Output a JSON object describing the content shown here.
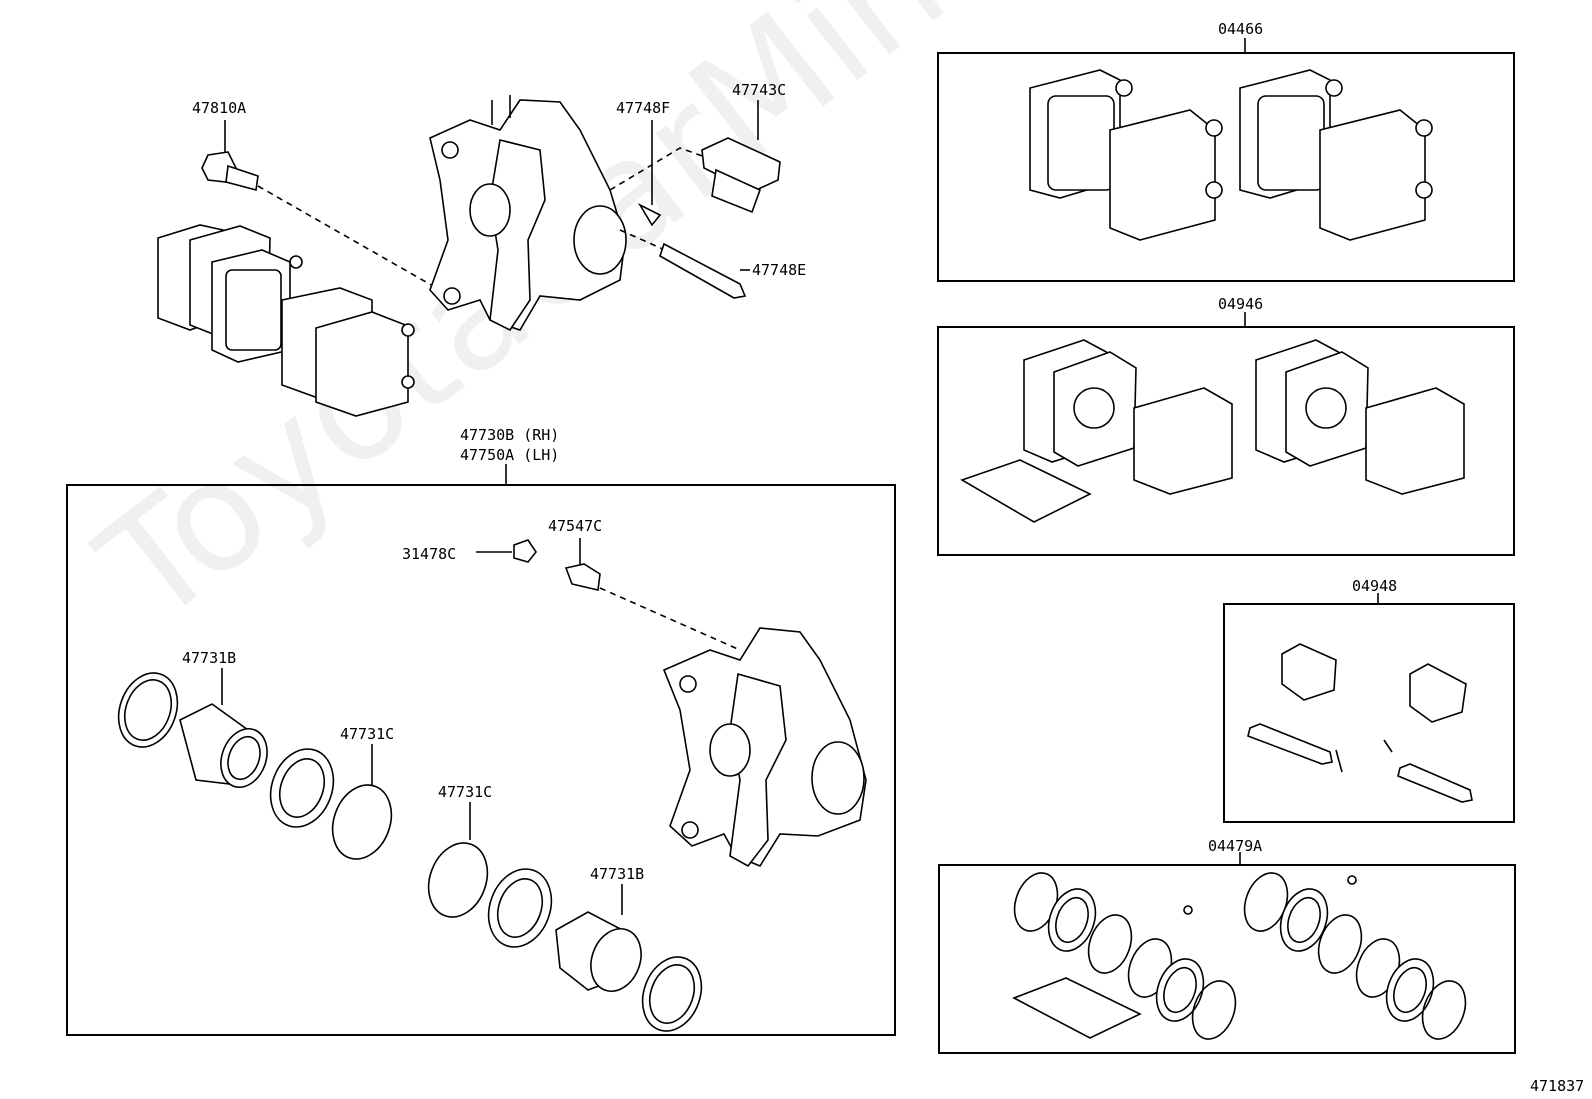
{
  "watermark": "ToyotaCarMine.ru",
  "diagram_id": "471837",
  "labels": {
    "l47810A": "47810A",
    "l47748F": "47748F",
    "l47743C": "47743C",
    "l47748E": "47748E",
    "l47730B": "47730B (RH)",
    "l47750A": "47750A (LH)",
    "l47547C": "47547C",
    "l31478C": "31478C",
    "l47731B_a": "47731B",
    "l47731C_a": "47731C",
    "l47731C_b": "47731C",
    "l47731B_b": "47731B",
    "k04466": "04466",
    "k04946": "04946",
    "k04948": "04948",
    "k04479A": "04479A"
  }
}
